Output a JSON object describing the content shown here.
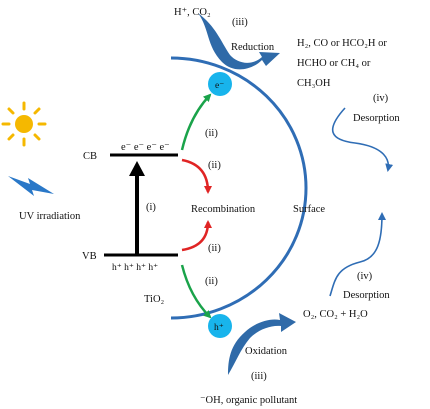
{
  "colors": {
    "arc": "#2f6db5",
    "curved_arrow": "#2f6aa8",
    "green_arrow": "#1aa34a",
    "red_arrow": "#e02424",
    "electron_circle": "#18b4ec",
    "sun": "#f5b800",
    "lightning": "#2a78c8",
    "band": "#000000"
  },
  "labels": {
    "top_reactants": "H⁺, CO₂",
    "step_iii_top": "(iii)",
    "reduction": "Reduction",
    "products_line1": "H₂, CO or HCO₂H or",
    "products_line2": "HCHO or CH₄ or",
    "products_line3": "CH₃OH",
    "step_iv_top": "(iv)",
    "desorption_top": "Desorption",
    "cb": "CB",
    "electrons": "e⁻ e⁻ e⁻ e⁻",
    "step_ii_1": "(ii)",
    "step_ii_2": "(ii)",
    "step_ii_3": "(ii)",
    "step_ii_4": "(ii)",
    "uv": "UV irradiation",
    "step_i": "(i)",
    "recombination": "Recombination",
    "surface": "Surface",
    "vb": "VB",
    "holes": "h⁺  h⁺  h⁺  h⁺",
    "tio2": "TiO₂",
    "step_iv_bottom": "(iv)",
    "desorption_bottom": "Desorption",
    "oxidation_products": "O₂, CO₂ + H₂O",
    "oxidation": "Oxidation",
    "step_iii_bottom": "(iii)",
    "bottom_reactants": "⁻OH, organic pollutant",
    "electron_symbol": "e⁻",
    "hole_symbol": "h⁺"
  },
  "icons": {
    "sun": "sun-icon",
    "lightning": "lightning-icon"
  }
}
